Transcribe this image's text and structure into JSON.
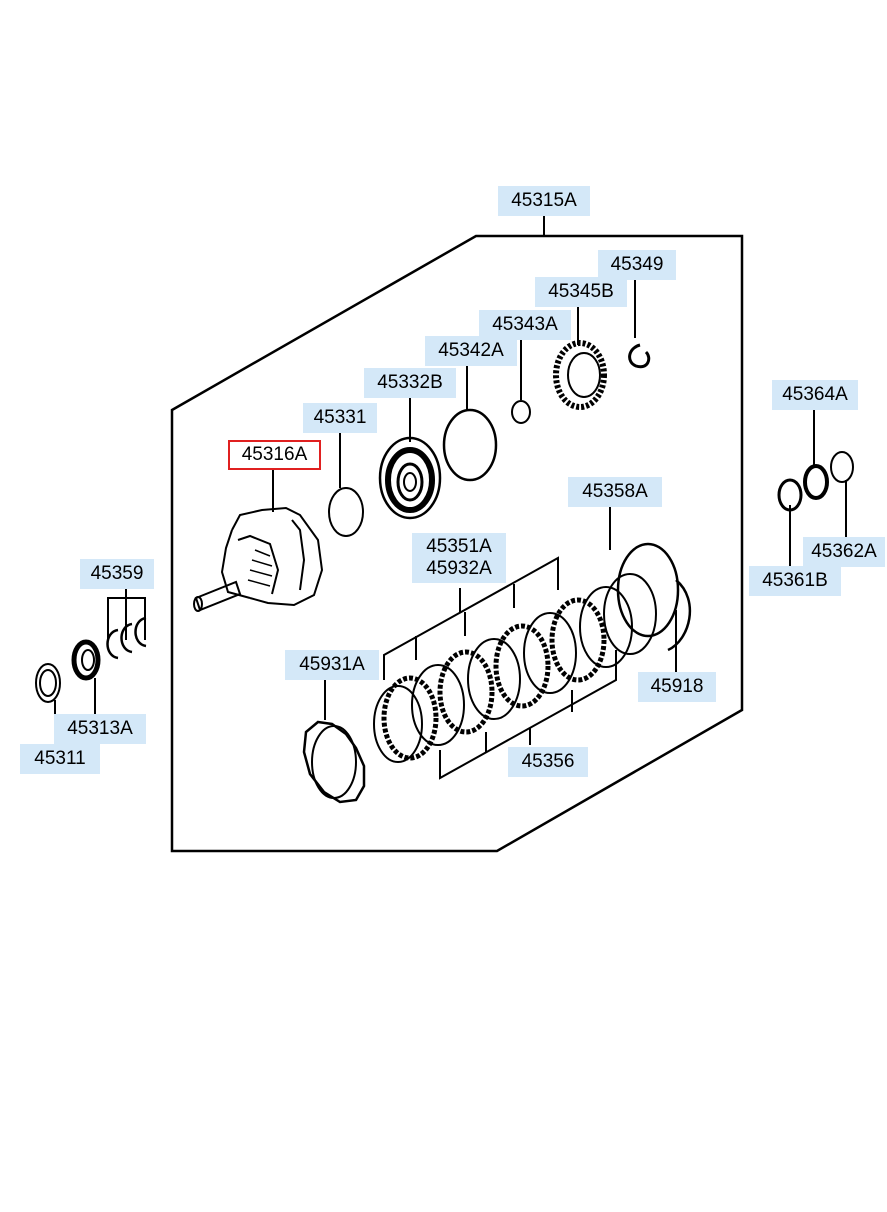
{
  "diagram": {
    "selected_part": "45316A",
    "parts": {
      "p45315A": "45315A",
      "p45349": "45349",
      "p45345B": "45345B",
      "p45343A": "45343A",
      "p45342A": "45342A",
      "p45332B": "45332B",
      "p45331": "45331",
      "p45316A": "45316A",
      "p45364A": "45364A",
      "p45358A": "45358A",
      "p45362A": "45362A",
      "p45361B": "45361B",
      "p45351A": "45351A",
      "p45932A": "45932A",
      "p45359": "45359",
      "p45931A": "45931A",
      "p45918": "45918",
      "p45313A": "45313A",
      "p45311": "45311",
      "p45356": "45356"
    },
    "colors": {
      "label_bg": "#d4e8f8",
      "highlight_border": "#e02020",
      "line": "#000000"
    }
  }
}
